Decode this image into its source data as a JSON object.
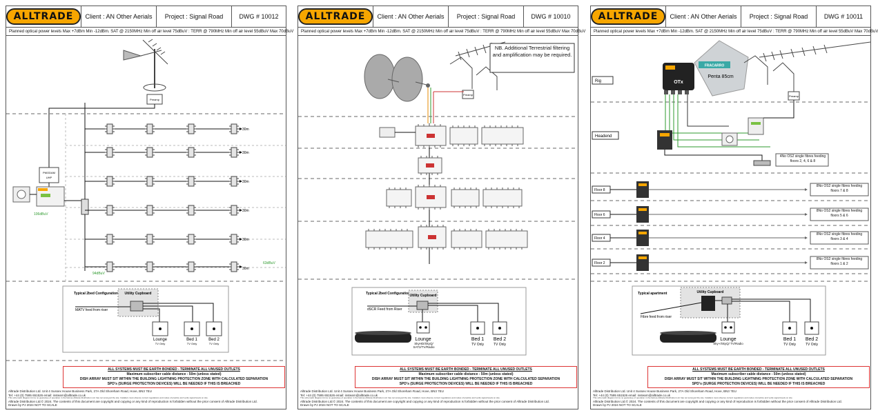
{
  "brand": {
    "logo_text": "ALLTRADE",
    "accent": "#f7a600",
    "level_color": "#2e9a2e",
    "warning_border": "#d33333"
  },
  "common": {
    "client": "Client : AN Other Aerials",
    "project": "Project : Signal Road",
    "spec": "Planned optical power levels Max +7dBm Min -12dBm. SAT @ 2150MHz Min off air level 75dBuV : TERR @ 790MHz Min off air level 55dBuV Max 70dBuV",
    "warning": {
      "line1": "ALL SYSTEMS MUST BE EARTH BONDED - TERMINATE ALL UNUSED OUTLETS",
      "line2": "Maximum subscriber cable distance - 50m (unless stated)",
      "line3": "DISH ARRAY MUST SIT WITHIN THE BUILDING LIGHTNING PROTECTION ZONE WITH CALCULATED SEPARATION",
      "line4": "SPD's (SURGE PROTECTION DEVICES) WILL BE NEEDED IF THIS IS BREACHED"
    },
    "footer": {
      "address": "Alltrade Distribution Ltd. Unit 4 Sussex House Business Park, 27A Old Shoreham Road, Hove, BN3 7EU",
      "contact": "Tel: +44 (0) 7595 651526  email: instearn@alltrade.co.uk",
      "disclaimer": "This schematic diagram forms no guarantee of operation in the field as Alltrade Distribution Ltd. has not surveyed the site. Installers must observe current regulations and codes of practice and verify signal levels on site.",
      "copyright": "Alltrade Distribution Ltd.© 2024. The contents of this document are copyright and copying or any kind of reproduction is forbidden without the prior consent of Alltrade Distribution Ltd.",
      "drawn": "Drawn by PJ 2024   NOT TO SCALE"
    }
  },
  "sheet1": {
    "dwg": "DWG # 10012",
    "pmodam_label": "PMODAM",
    "pmodam_sub": "UHP",
    "preamp_label": "Preamp",
    "run_labels": [
      "30m",
      "30m",
      "30m",
      "30m",
      "30m",
      "30m"
    ],
    "level_in": "106dBuV",
    "level_low": "94dBuV",
    "level_end": "63dBuV",
    "typical_label": "Typical 2bed Configuration",
    "cupboard_label": "Utility Cupboard",
    "feed_label": "MATV feed from riser",
    "rooms": [
      {
        "name": "Lounge",
        "service": "TV Only"
      },
      {
        "name": "Bed 1",
        "service": "TV Only"
      },
      {
        "name": "Bed 2",
        "service": "TV Only"
      }
    ]
  },
  "sheet2": {
    "dwg": "DWG # 10010",
    "note": "NB. Additional Terrestrial filtering and amplification may be required.",
    "preamp_label": "Preamp",
    "typical_label": "Typical 2bed Configuration",
    "cupboard_label": "Utility Cupboard",
    "feed_label": "dSCR Feed from Riser",
    "rooms": [
      {
        "name": "Lounge",
        "service": "SkyHD/SkyQ/ SAT2/TV/Radio"
      },
      {
        "name": "Bed 1",
        "service": "TV Only"
      },
      {
        "name": "Bed 2",
        "service": "TV Only"
      }
    ]
  },
  "sheet3": {
    "dwg": "DWG # 10011",
    "rig_label": "Rig",
    "headend_label": "Headend",
    "otx_label": "OTx",
    "dish_brand": "FRACARRO",
    "dish_label": "Penta 85cm",
    "preamp_label": "Preamp",
    "feeding_note": "4No OS2 single fibres feeding floors 2, 4, 6 & 8",
    "floors": [
      {
        "name": "Floor 8",
        "note": "8No OS2 single fibres feeding floors 7 & 8"
      },
      {
        "name": "Floor 6",
        "note": "8No OS2 single fibres feeding floors 5 & 6"
      },
      {
        "name": "Floor 4",
        "note": "8No OS2 single fibres feeding floors 3 & 4"
      },
      {
        "name": "Floor 2",
        "note": "8No OS2 single fibres feeding floors 1 & 2"
      }
    ],
    "typical_label": "Typical apartment",
    "cupboard_label": "Utility Cupboard",
    "feed_label": "Fibre feed from riser",
    "rooms": [
      {
        "name": "Lounge",
        "service": "Sky+/SkyQ/ TV/Radio"
      },
      {
        "name": "Bed 1",
        "service": "TV Only"
      },
      {
        "name": "Bed 2",
        "service": "TV Only"
      }
    ]
  }
}
